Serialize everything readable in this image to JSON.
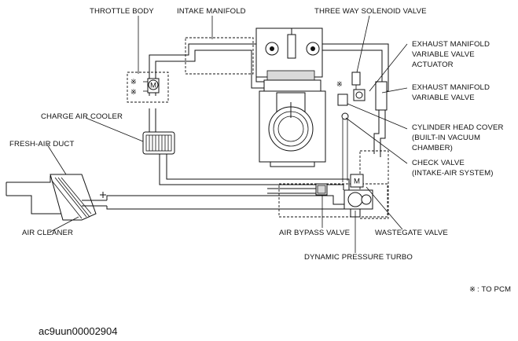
{
  "labels": {
    "throttle_body": "THROTTLE BODY",
    "intake_manifold": "INTAKE MANIFOLD",
    "three_way_solenoid_valve": "THREE WAY SOLENOID VALVE",
    "exh_var_valve_actuator": [
      "EXHAUST MANIFOLD",
      "VARIABLE VALVE",
      "ACTUATOR"
    ],
    "exh_var_valve": [
      "EXHAUST MANIFOLD",
      "VARIABLE VALVE"
    ],
    "charge_air_cooler": "CHARGE AIR COOLER",
    "cylinder_head_cover": [
      "CYLINDER HEAD COVER",
      "(BUILT-IN VACUUM",
      "CHAMBER)"
    ],
    "fresh_air_duct": "FRESH-AIR DUCT",
    "check_valve": [
      "CHECK VALVE",
      "(INTAKE-AIR SYSTEM)"
    ],
    "air_cleaner": "AIR CLEANER",
    "air_bypass_valve": "AIR BYPASS VALVE",
    "wastegate_valve": "WASTEGATE VALVE",
    "dynamic_pressure_turbo": "DYNAMIC PRESSURE TURBO"
  },
  "legend": {
    "symbol": "※",
    "text": ": TO PCM"
  },
  "markers": {
    "pcm_symbol": "※",
    "motor_letter": "M"
  },
  "figure_code": "ac9uun00002904"
}
